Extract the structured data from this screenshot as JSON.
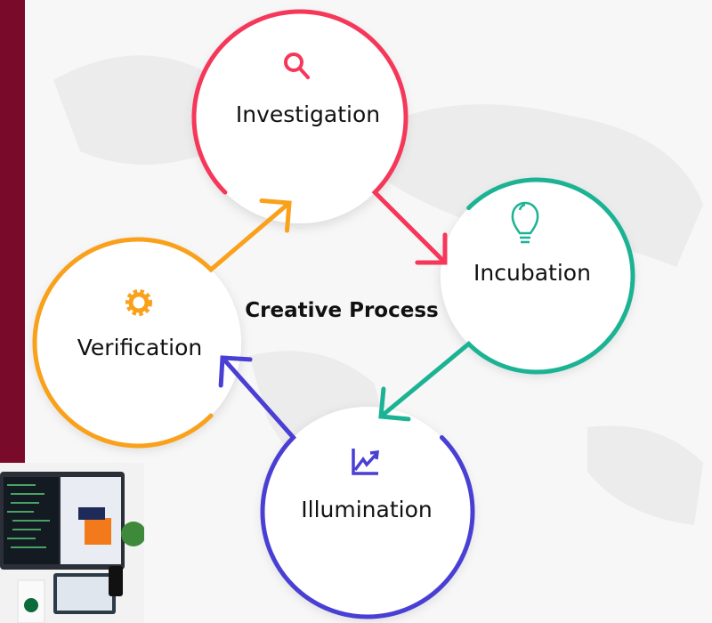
{
  "title": "Creative Process",
  "stages": [
    {
      "label": "Investigation",
      "icon": "search-icon",
      "color": "#f5385a"
    },
    {
      "label": "Incubation",
      "icon": "lightbulb-icon",
      "color": "#1bb394"
    },
    {
      "label": "Illumination",
      "icon": "trend-up-icon",
      "color": "#4a3fd4"
    },
    {
      "label": "Verification",
      "icon": "gear-icon",
      "color": "#f9a11b"
    }
  ],
  "accent_bar_color": "#7a0a2a"
}
